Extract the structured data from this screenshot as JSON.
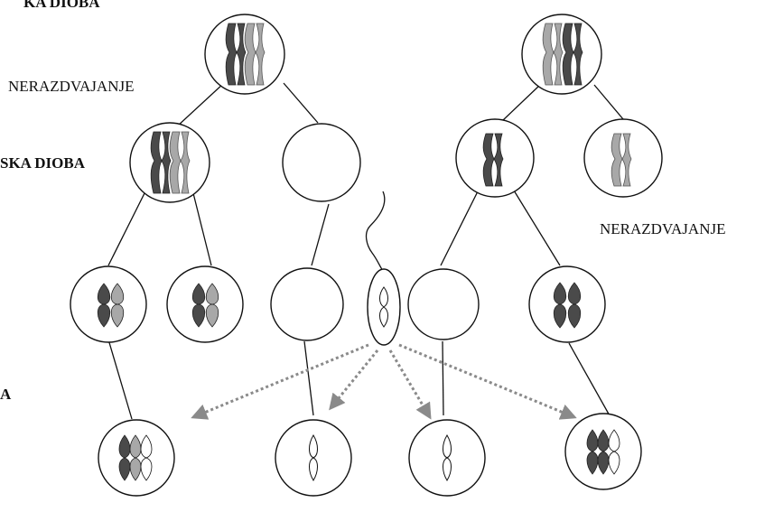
{
  "labels": {
    "top_left_bold": "KA DIOBA",
    "nondisjunction_left": "NERAZDVAJANJE",
    "second_division_bold": "SKA DIOBA",
    "nondisjunction_right": "NERAZDVAJANJE",
    "left_edge_bold": "A"
  },
  "colors": {
    "dark_chromosome": "#4a4a4a",
    "light_chromosome": "#a8a8a8",
    "outline": "#111111",
    "arrow": "#8a8a8a"
  }
}
